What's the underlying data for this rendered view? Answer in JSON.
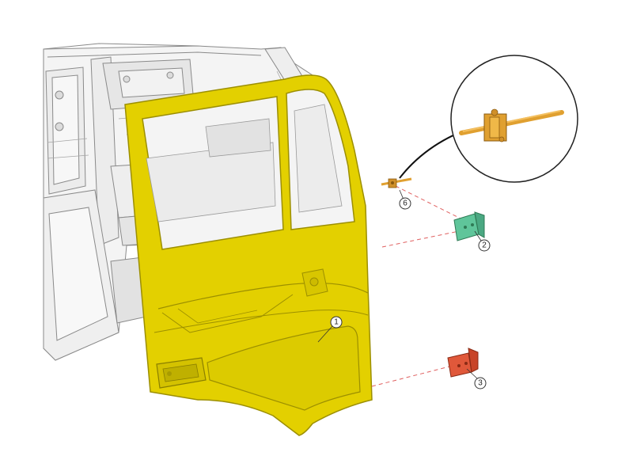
{
  "colors": {
    "door": "#e3d000",
    "door_edge": "#9c8f00",
    "cab_line": "#8a8a8a",
    "cab_fill": "#f4f4f4",
    "check_strap": "#e0a030",
    "bracket_upper": "#5fc59a",
    "bracket_lower": "#e0583a",
    "leader": "#e06060"
  },
  "callouts": {
    "door": "1",
    "upper_hinge": "2",
    "lower_hinge": "3",
    "door_check": "6"
  }
}
